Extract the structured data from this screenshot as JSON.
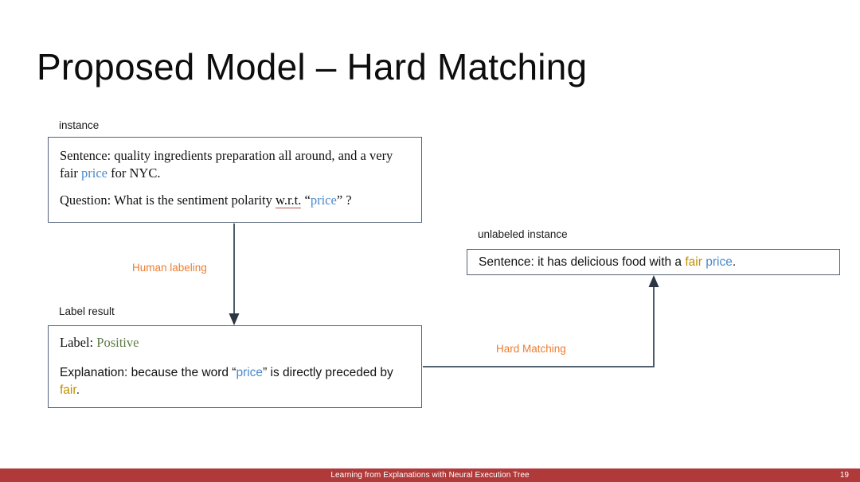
{
  "slide": {
    "title": "Proposed Model – Hard Matching",
    "background_color": "#ffffff"
  },
  "colors": {
    "box_border": "#53617a",
    "annotation_orange": "#ed7d31",
    "keyword_price_blue": "#4a89ce",
    "keyword_fair_gold": "#bf8f00",
    "label_positive_green": "#5f7a47",
    "footer_red": "#b03a3a",
    "spellcheck_underline": "#b5534a",
    "connector_line": "#3b4a5c"
  },
  "captions": {
    "instance": "instance",
    "label_result": "Label result",
    "unlabeled_instance": "unlabeled instance"
  },
  "instance_box": {
    "sentence_prefix": "Sentence: quality ingredients preparation all around, and a very fair ",
    "sentence_keyword": "price",
    "sentence_suffix": " for NYC.",
    "question_prefix": "Question: What is the sentiment polarity ",
    "question_misspelled": "w.r.t.",
    "question_mid": " “",
    "question_keyword": "price",
    "question_suffix": "” ?"
  },
  "label_box": {
    "label_prefix": "Label: ",
    "label_value": "Positive",
    "explanation_prefix": "Explanation: because the word “",
    "explanation_keyword1": "price",
    "explanation_mid": "” is directly preceded by ",
    "explanation_keyword2": "fair",
    "explanation_suffix": "."
  },
  "unlabeled_box": {
    "sentence_prefix": "Sentence: it has delicious food with a ",
    "keyword_fair": "fair",
    "space": " ",
    "keyword_price": "price",
    "sentence_suffix": "."
  },
  "annotations": {
    "human_labeling": "Human labeling",
    "hard_matching": "Hard Matching"
  },
  "footer": {
    "title": "Learning from Explanations with Neural Execution Tree",
    "page_number": "19"
  }
}
